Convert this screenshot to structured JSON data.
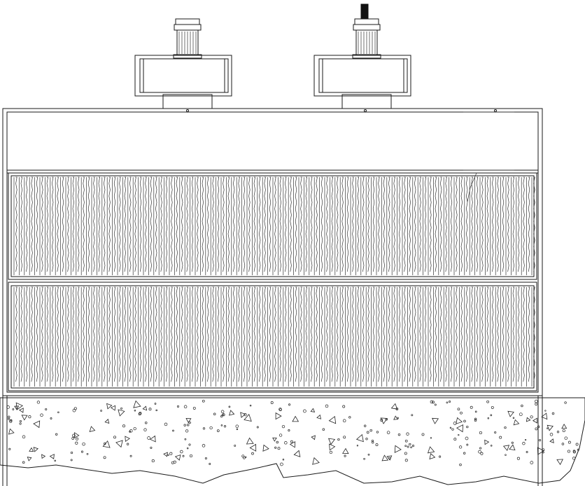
{
  "drawing": {
    "type": "technical elevation drawing",
    "line_color": "#1a1a1a",
    "background": "#ffffff",
    "fans": [
      {
        "name": "fan-left",
        "has_dark_cap": false
      },
      {
        "name": "fan-right",
        "has_dark_cap": true
      }
    ],
    "filter_panels": [
      {
        "name": "filter-panel-upper"
      },
      {
        "name": "filter-panel-lower"
      }
    ],
    "foundation": {
      "fill": "concrete-hatch"
    }
  }
}
